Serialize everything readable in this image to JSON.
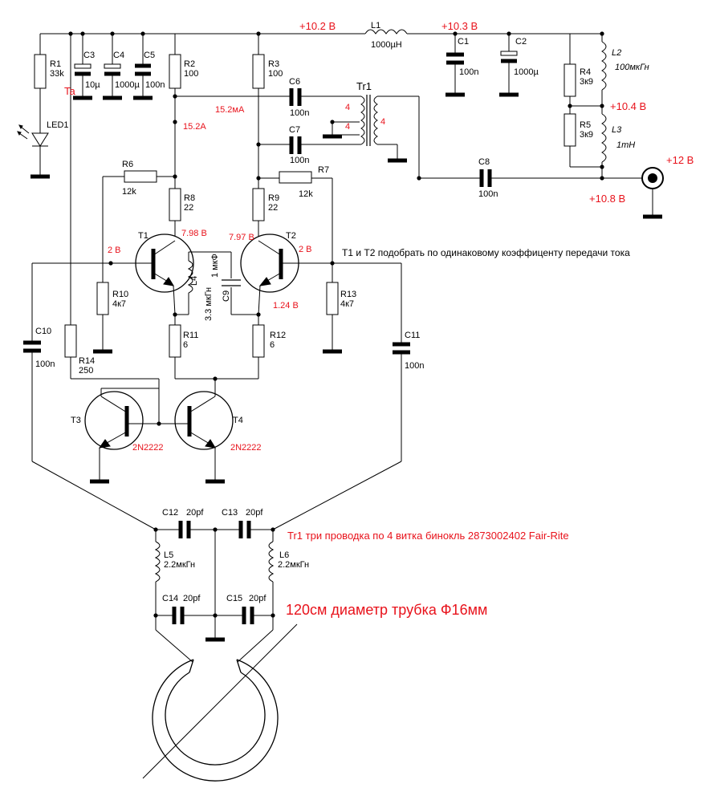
{
  "voltages": {
    "v10_2": "+10.2 В",
    "v10_3": "+10.3 В",
    "v10_4": "+10.4 В",
    "v10_8": "+10.8 В",
    "v12": "+12 В",
    "ta": "Ta",
    "i_r2": "15.2A",
    "i_r3": "15.2мА",
    "t1_c": "7.98 В",
    "t2_c": "7.97 В",
    "t1_b": "2 В",
    "t2_b": "2 В",
    "e": "1.24 В"
  },
  "components": {
    "r1": [
      "R1",
      "33k"
    ],
    "r2": [
      "R2",
      "100"
    ],
    "r3": [
      "R3",
      "100"
    ],
    "r4": [
      "R4",
      "3к9"
    ],
    "r5": [
      "R5",
      "3к9"
    ],
    "r6": [
      "R6",
      "12k"
    ],
    "r7": [
      "R7",
      "12k"
    ],
    "r8": [
      "R8",
      "22"
    ],
    "r9": [
      "R9",
      "22"
    ],
    "r10": [
      "R10",
      "4к7"
    ],
    "r11": [
      "R11",
      "6"
    ],
    "r12": [
      "R12",
      "6"
    ],
    "r13": [
      "R13",
      "4к7"
    ],
    "r14": [
      "R14",
      "250"
    ],
    "c1": [
      "C1",
      "100n"
    ],
    "c2": [
      "C2",
      "1000µ"
    ],
    "c3": [
      "C3",
      "10µ"
    ],
    "c4": [
      "C4",
      "1000µ"
    ],
    "c5": [
      "C5",
      "100n"
    ],
    "c6": [
      "C6",
      "100n"
    ],
    "c7": [
      "C7",
      "100n"
    ],
    "c8": [
      "C8",
      "100n"
    ],
    "c9": [
      "C9",
      "1 мкФ"
    ],
    "c10": [
      "C10",
      "100n"
    ],
    "c11": [
      "C11",
      "100n"
    ],
    "c12": [
      "C12",
      "20pf"
    ],
    "c13": [
      "C13",
      "20pf"
    ],
    "c14": [
      "C14",
      "20pf"
    ],
    "c15": [
      "C15",
      "20pf"
    ],
    "l1": [
      "L1",
      "1000µH"
    ],
    "l2": [
      "L2",
      "100мкГн"
    ],
    "l3": [
      "L3",
      "1mH"
    ],
    "l4": [
      "L4",
      "3.3 мкГн"
    ],
    "l5": [
      "L5",
      "2.2мкГн"
    ],
    "l6": [
      "L6",
      "2.2мкГн"
    ],
    "t1": "T1",
    "t2": "T2",
    "t3": "T3",
    "t4": "T4",
    "t3_type": "2N2222",
    "t4_type": "2N2222",
    "tr1": "Tr1",
    "tr1_turns": "4",
    "led1": "LED1"
  },
  "notes": {
    "match": "T1 и T2 подобрать по одинаковому коэффиценту передачи тока",
    "tr1": "Tr1 три проводка по 4 витка бинокль 2873002402 Fair-Rite",
    "loop": "120см диаметр трубка Ф16мм"
  }
}
